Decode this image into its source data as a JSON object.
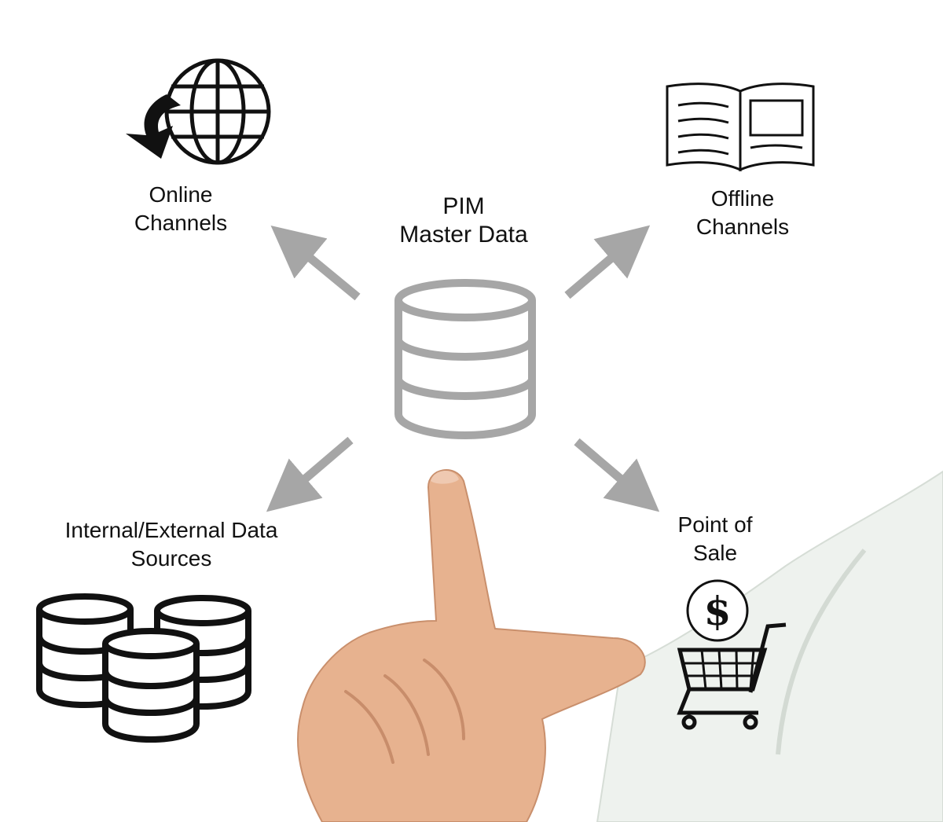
{
  "center": {
    "title_line1": "PIM",
    "title_line2": "Master Data",
    "icon": "database-icon"
  },
  "nodes": {
    "online": {
      "line1": "Online",
      "line2": "Channels",
      "icon": "globe-download-icon"
    },
    "offline": {
      "line1": "Offline",
      "line2": "Channels",
      "icon": "open-book-icon"
    },
    "sources": {
      "line1": "Internal/External Data",
      "line2": "Sources",
      "icon": "databases-icon"
    },
    "pos": {
      "line1": "Point of",
      "line2": "Sale",
      "icon": "shopping-cart-dollar-icon",
      "currency_symbol": "$"
    }
  },
  "colors": {
    "arrow": "#a6a6a6",
    "central_db": "#a6a6a6",
    "icons": "#111111",
    "background": "#ffffff",
    "skin": "#e7b28f",
    "shirt": "#eef2ee"
  }
}
